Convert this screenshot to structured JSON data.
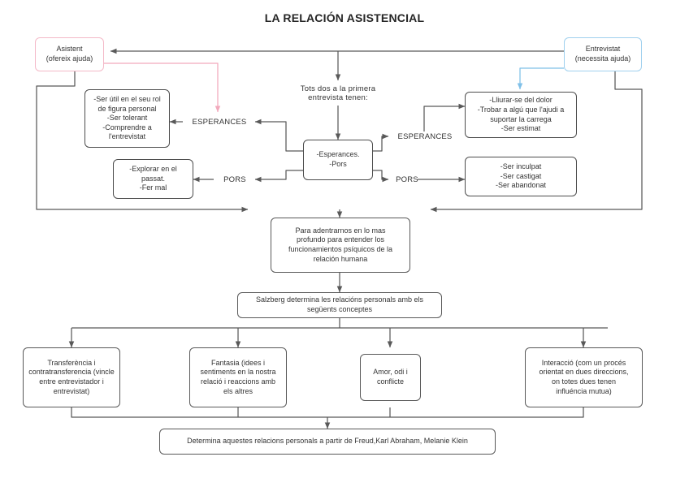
{
  "title": "LA RELACIÓN ASISTENCIAL",
  "colors": {
    "assistant_border": "#f4b9c8",
    "interviewee_border": "#9fd0ee",
    "default_border": "#595959",
    "text": "#333333",
    "title": "#262626",
    "background": "#ffffff"
  },
  "nodes": {
    "assistant": "Asistent\n(ofereix ajuda)",
    "assistant_line1": "Asistent",
    "assistant_line2": "(ofereix ajuda)",
    "interviewee_line1": "Entrevistat",
    "interviewee_line2": "(necessita ajuda)",
    "both_have_line1": "Tots dos a la primera",
    "both_have_line2": "entrevista tenen:",
    "center_list_line1": "-Esperances.",
    "center_list_line2": "-Pors",
    "assistant_hopes_line1": "-Ser útil en el seu rol",
    "assistant_hopes_line2": "de figura personal",
    "assistant_hopes_line3": "-Ser tolerant",
    "assistant_hopes_line4": "-Comprendre a",
    "assistant_hopes_line5": "l'entrevistat",
    "assistant_fears_line1": "-Explorar en el",
    "assistant_fears_line2": "passat.",
    "assistant_fears_line3": "-Fer mal",
    "interviewee_hopes_line1": "-Lliurar-se del dolor",
    "interviewee_hopes_line2": "-Trobar a algú que l'ajudi a",
    "interviewee_hopes_line3": "suportar la carrega",
    "interviewee_hopes_line4": "-Ser estimat",
    "interviewee_fears_line1": "-Ser inculpat",
    "interviewee_fears_line2": "-Ser castigat",
    "interviewee_fears_line3": "-Ser abandonat",
    "deepen_line1": "Para adentrarnos en lo mas",
    "deepen_line2": "profundo para entender los",
    "deepen_line3": "funcionamientos psíquicos de la",
    "deepen_line4": "relación humana",
    "salzberg_line1": "Salzberg determina les relacións personals amb els",
    "salzberg_line2": "següents conceptes",
    "concept_transference_line1": "Transferència i",
    "concept_transference_line2": "contratransferencia (vincle",
    "concept_transference_line3": "entre entrevistador i",
    "concept_transference_line4": "entrevistat)",
    "concept_fantasy_line1": "Fantasia (idees i",
    "concept_fantasy_line2": "sentiments en la nostra",
    "concept_fantasy_line3": "relació i reaccions amb",
    "concept_fantasy_line4": "els altres",
    "concept_love_line1": "Amor, odi i",
    "concept_love_line2": "conflicte",
    "concept_interaction_line1": "Interacció (com un procés",
    "concept_interaction_line2": "orientat en dues direccions,",
    "concept_interaction_line3": "on totes dues tenen",
    "concept_interaction_line4": "influéncia mutua)",
    "footer": "Determina aquestes relacions personals a partir de Freud,Karl Abraham, Melanie Klein"
  },
  "labels": {
    "hopes_left": "ESPERANCES",
    "fears_left": "PORS",
    "hopes_right": "ESPERANCES",
    "fears_right": "PORS"
  }
}
